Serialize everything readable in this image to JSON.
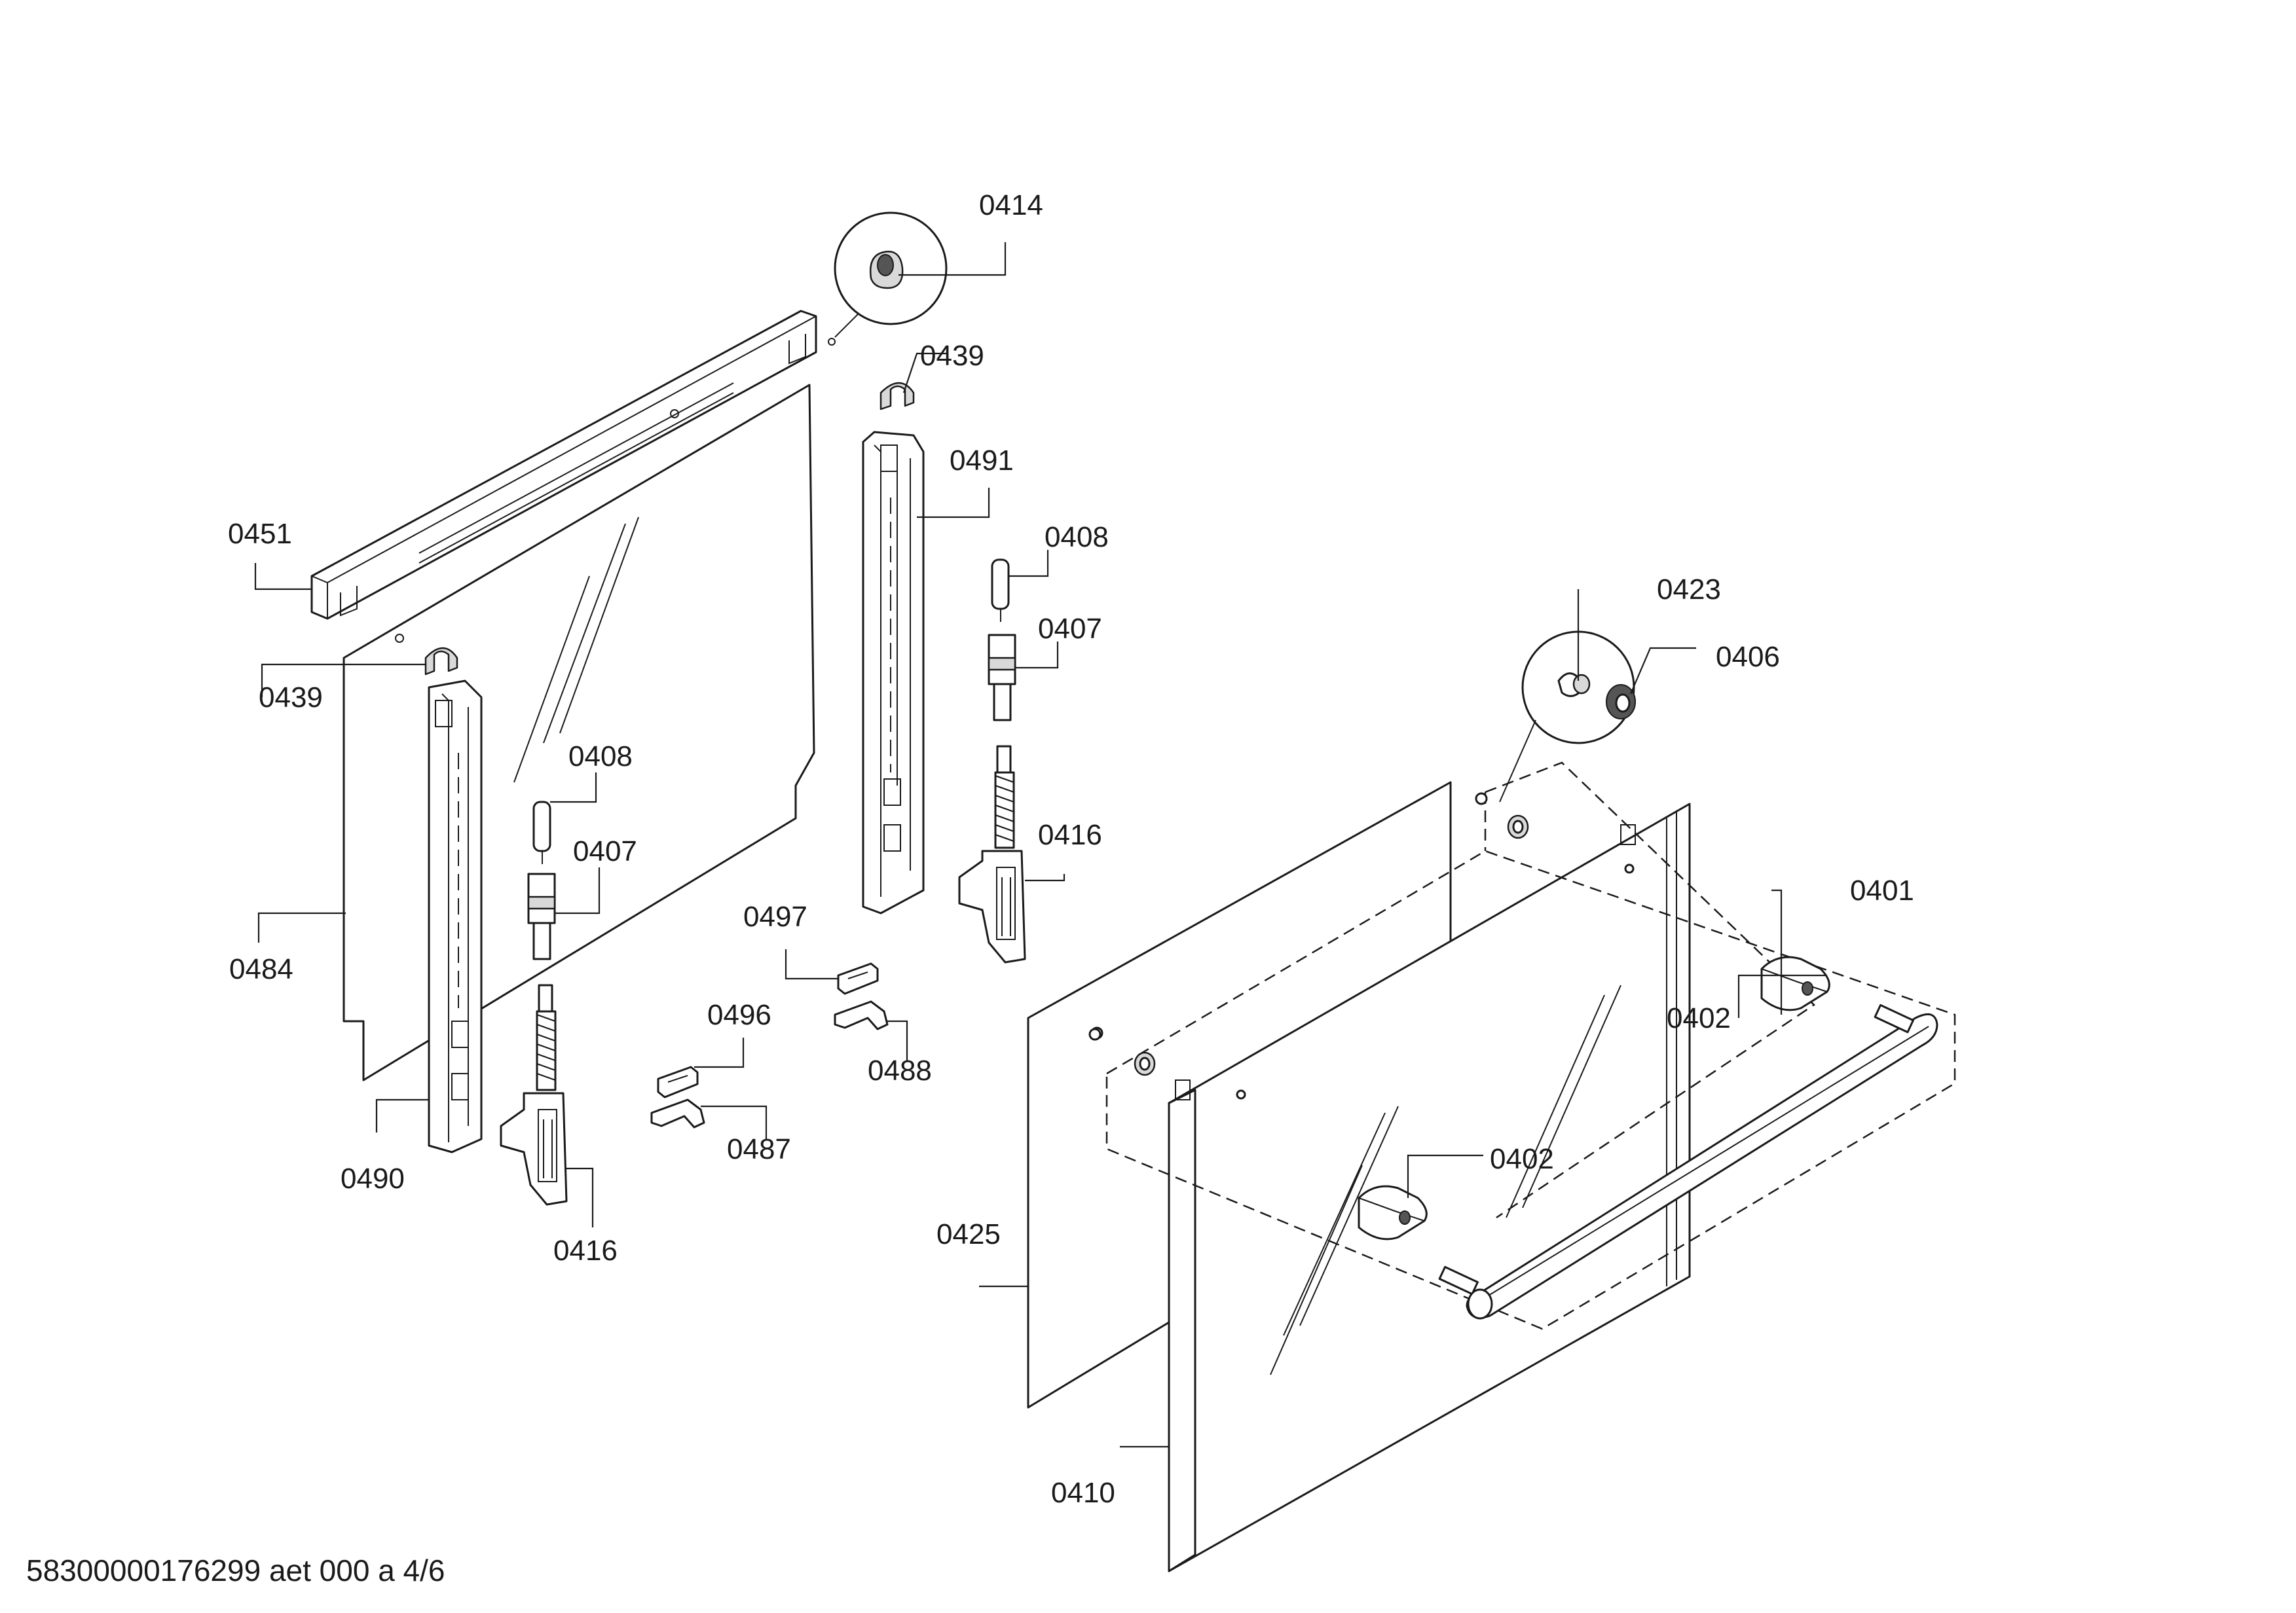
{
  "callouts": {
    "c0414": "0414",
    "c0439_top": "0439",
    "c0491": "0491",
    "c0408_right": "0408",
    "c0407_right": "0407",
    "c0451": "0451",
    "c0439_left": "0439",
    "c0408_left": "0408",
    "c0407_left": "0407",
    "c0423": "0423",
    "c0406": "0406",
    "c0416_right": "0416",
    "c0401": "0401",
    "c0497": "0497",
    "c0484": "0484",
    "c0488": "0488",
    "c0496": "0496",
    "c0402_a": "0402",
    "c0487": "0487",
    "c0490": "0490",
    "c0402_b": "0402",
    "c0416_left": "0416",
    "c0425": "0425",
    "c0410": "0410"
  },
  "footer": {
    "drawing_id": "58300000176299 aet 000 a 4/6"
  }
}
